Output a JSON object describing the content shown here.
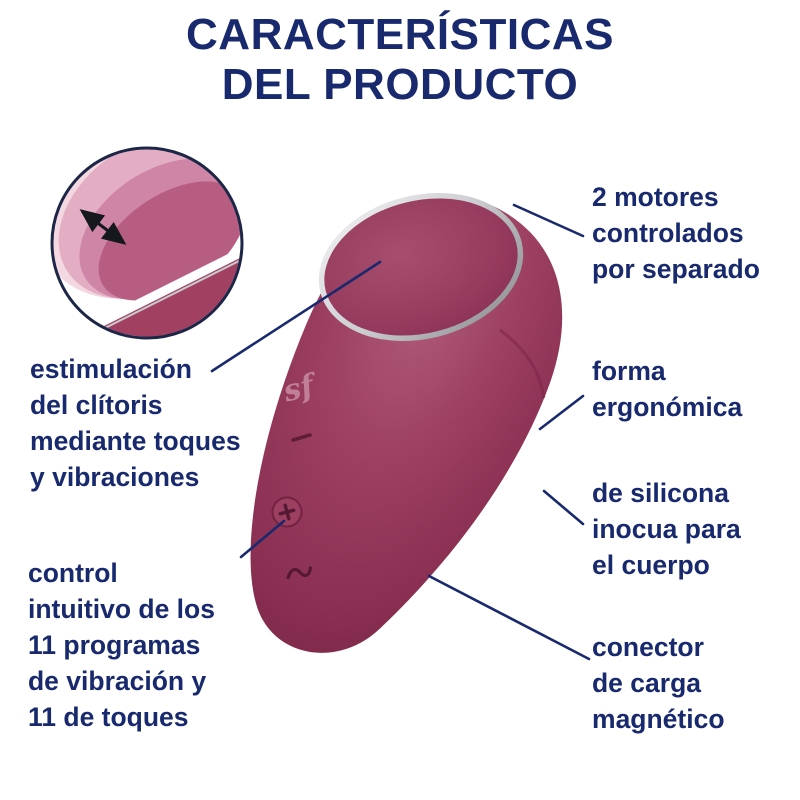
{
  "title": {
    "lines": [
      "CARACTERÍSTICAS",
      "DEL PRODUCTO"
    ]
  },
  "colors": {
    "accent_navy": "#19296d",
    "product_burgundy": "#9d4062",
    "inset_pink": "#e3aec3",
    "rim_silver": "#cbccd0"
  },
  "device": {
    "logo": "sf"
  },
  "labels": {
    "estimulacion": {
      "lines": [
        "estimulación",
        "del clítoris",
        "mediante toques",
        "y vibraciones"
      ]
    },
    "control": {
      "lines": [
        "control",
        "intuitivo de los",
        "11 programas",
        "de vibración y",
        "11 de toques"
      ]
    },
    "motores": {
      "lines": [
        "2 motores",
        "controlados",
        "por separado"
      ]
    },
    "forma": {
      "lines": [
        "forma",
        "ergonómica"
      ]
    },
    "silicona": {
      "lines": [
        "de silicona",
        "inocua para",
        "el cuerpo"
      ]
    },
    "conector": {
      "lines": [
        "conector",
        "de carga",
        "magnético"
      ]
    }
  }
}
